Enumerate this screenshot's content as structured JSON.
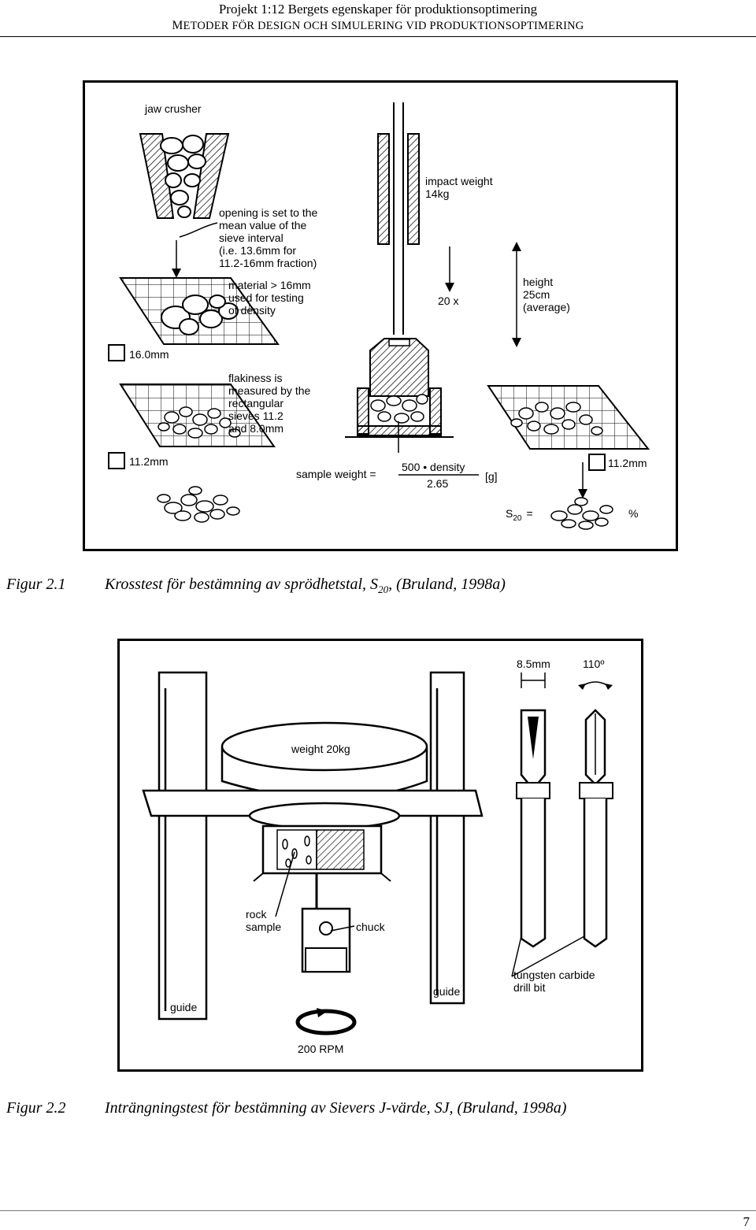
{
  "header": {
    "title": "Projekt 1:12 Bergets egenskaper för produktionsoptimering",
    "subtitle_first": "M",
    "subtitle_rest": "ETODER FÖR DESIGN OCH SIMULERING VID PRODUKTIONSOPTIMERING"
  },
  "figure1": {
    "labels": {
      "jaw_crusher": "jaw crusher",
      "opening1": "opening is set to the",
      "opening2": "mean value of the",
      "opening3": "sieve interval",
      "opening4": "(i.e. 13.6mm for",
      "opening5": "11.2-16mm fraction)",
      "material1": "material > 16mm",
      "material2": "used for testing",
      "material3": "of density",
      "sieve16": "16.0mm",
      "flak1": "flakiness is",
      "flak2": "measured by the",
      "flak3": "rectangular",
      "flak4": "sieves 11.2",
      "flak5": "and 8.0mm",
      "sieve112a": "11.2mm",
      "sieve112b": "11.2mm",
      "impact1": "impact weight",
      "impact2": "14kg",
      "times": "20 x",
      "height1": "height",
      "height2": "25cm",
      "height3": "(average)",
      "sample_weight": "sample weight =",
      "numerator": "500 • density",
      "denominator": "2.65",
      "unit": "[g]",
      "s20": "S",
      "s20_sub": "20",
      "s20_eq": "=",
      "percent": "%"
    },
    "caption_num": "Figur 2.1",
    "caption_text": "Krosstest för bestämning av sprödhetstal, S",
    "caption_sub": "20",
    "caption_tail": ", (Bruland, 1998a)"
  },
  "figure2": {
    "labels": {
      "size": "8.5mm",
      "angle": "110º",
      "weight": "weight 20kg",
      "rock1": "rock",
      "rock2": "sample",
      "chuck": "chuck",
      "guide_left": "guide",
      "guide_right": "guide",
      "tungsten1": "tungsten carbide",
      "tungsten2": "drill bit",
      "rpm": "200 RPM"
    },
    "caption_num": "Figur 2.2",
    "caption_text": "Inträngningstest för bestämning av Sievers J-värde, SJ, (Bruland, 1998a)"
  },
  "page_number": "7"
}
